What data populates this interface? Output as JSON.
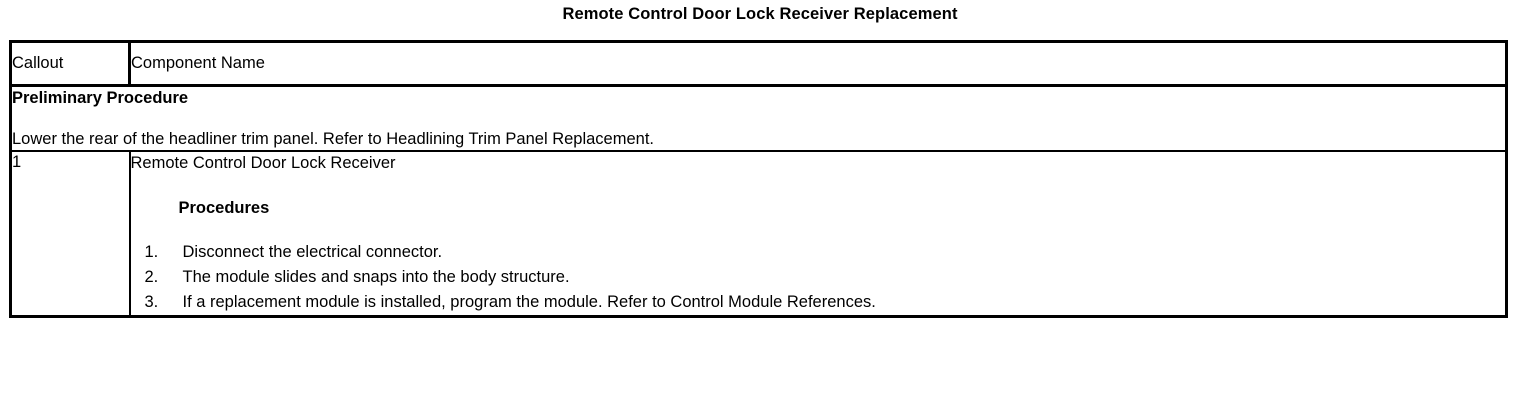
{
  "document": {
    "title": "Remote Control Door Lock Receiver Replacement"
  },
  "table": {
    "headers": {
      "callout": "Callout",
      "component": "Component Name"
    },
    "preliminary": {
      "heading": "Preliminary Procedure",
      "text": "Lower the rear of the headliner trim panel. Refer to Headlining Trim Panel Replacement."
    },
    "rows": [
      {
        "callout": "1",
        "component_name": "Remote Control Door Lock Receiver",
        "sub_heading": "Procedures",
        "steps": [
          {
            "number": "1.",
            "text": "Disconnect the electrical connector."
          },
          {
            "number": "2.",
            "text": "The module slides and snaps into the body structure."
          },
          {
            "number": "3.",
            "text": "If a replacement module is installed, program the module. Refer to Control Module References."
          }
        ]
      }
    ]
  },
  "colors": {
    "border": "#000000",
    "text": "#000000",
    "background": "#ffffff"
  }
}
